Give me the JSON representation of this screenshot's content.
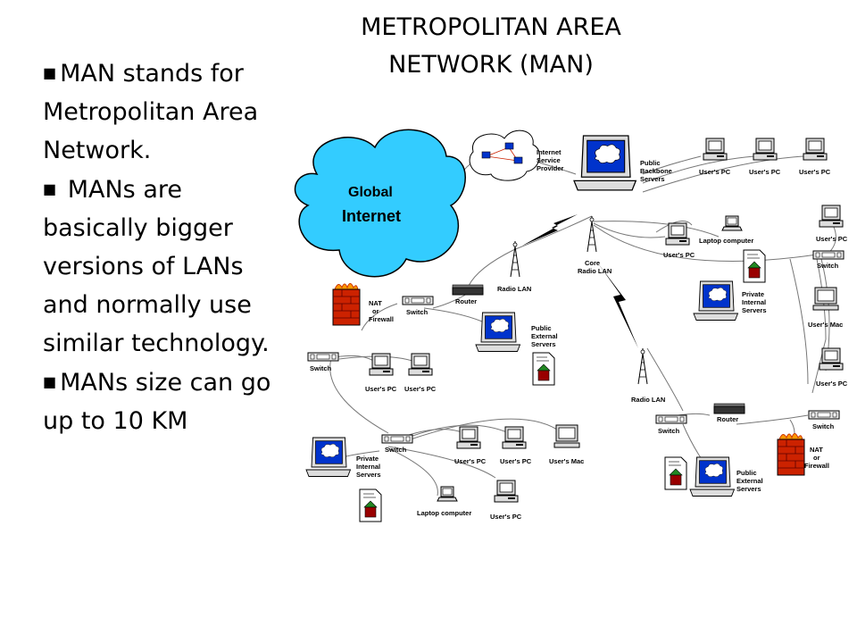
{
  "slide": {
    "title_line1": "METROPOLITAN AREA",
    "title_line2": "NETWORK (MAN)",
    "bullets": [
      "MAN stands for Metropolitan Area Network.",
      "MANs are basically bigger versions of LANs and normally use similar technology.",
      "MANs size can go up to 10 KM"
    ]
  },
  "diagram": {
    "cloud": {
      "line1": "Global",
      "line2": "Internet",
      "color": "#33ccff"
    },
    "isp": {
      "lines": [
        "Internet",
        "Service",
        "Provider"
      ]
    },
    "backbone": {
      "lines": [
        "Public",
        "Backbone",
        "Servers"
      ]
    },
    "core_radio": {
      "lines": [
        "Core",
        "Radio LAN"
      ]
    },
    "radio_lan_left": "Radio LAN",
    "radio_lan_right": "Radio LAN",
    "router_left": "Router",
    "router_right": "Router",
    "switch": "Switch",
    "users_pc": "User's PC",
    "users_mac": "User's Mac",
    "laptop": "Laptop computer",
    "nat_lines": [
      "NAT",
      "or",
      "Firewall"
    ],
    "public_external": [
      "Public",
      "External",
      "Servers"
    ],
    "private_internal": [
      "Private",
      "Internal",
      "Servers"
    ],
    "colors": {
      "firewall": "#cc2200",
      "monitor_screen": "#0033cc",
      "house": "#990000",
      "roof": "#228822",
      "flame": "#ff9900"
    }
  }
}
